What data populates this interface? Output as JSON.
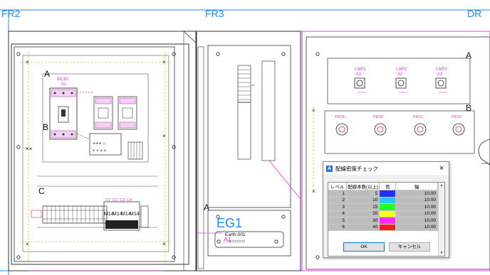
{
  "frames": {
    "fr2": "FR2",
    "fr3": "FR3",
    "dr": "DR"
  },
  "panel_left": {
    "section_a": "A",
    "section_b": "B",
    "section_c": "C",
    "breaker_label": "MCB1",
    "breaker_sub": "A1",
    "switch_labels": [
      "C1",
      "C2",
      "C3",
      "C4"
    ],
    "terminal_labels": [
      "M14",
      "M14",
      "M14",
      "M14"
    ]
  },
  "panel_right": {
    "section_a": "A",
    "section_b": "B",
    "lamp_labels": [
      "LMP1",
      "LMP2",
      "LMP3"
    ],
    "lamp_sub": [
      "A1",
      "A2",
      "A3"
    ],
    "pb_labels": [
      "PB1A",
      "PB1B",
      "PB1C",
      "PB1D"
    ]
  },
  "middle": {
    "section_a": "A",
    "eg_label": "EG1",
    "earth_label": "Earth-001",
    "a1_label": "A1"
  },
  "dialog": {
    "title": "配線密度チェック",
    "close": "×",
    "app_icon": "A",
    "headers": [
      "レベル",
      "配線本数(以上)",
      "色",
      "幅"
    ],
    "rows": [
      {
        "level": "1",
        "count": "5",
        "color": "#1f2fff",
        "width": "10.00"
      },
      {
        "level": "2",
        "count": "10",
        "color": "#29c8ff",
        "width": "10.00"
      },
      {
        "level": "3",
        "count": "15",
        "color": "#22ff22",
        "width": "10.00"
      },
      {
        "level": "4",
        "count": "20",
        "color": "#ffff1a",
        "width": "10.00"
      },
      {
        "level": "5",
        "count": "30",
        "color": "#ff2bff",
        "width": "10.00"
      },
      {
        "level": "6",
        "count": "40",
        "color": "#ff1a1a",
        "width": "10.00"
      }
    ],
    "ok": "OK",
    "cancel": "キャンセル"
  }
}
